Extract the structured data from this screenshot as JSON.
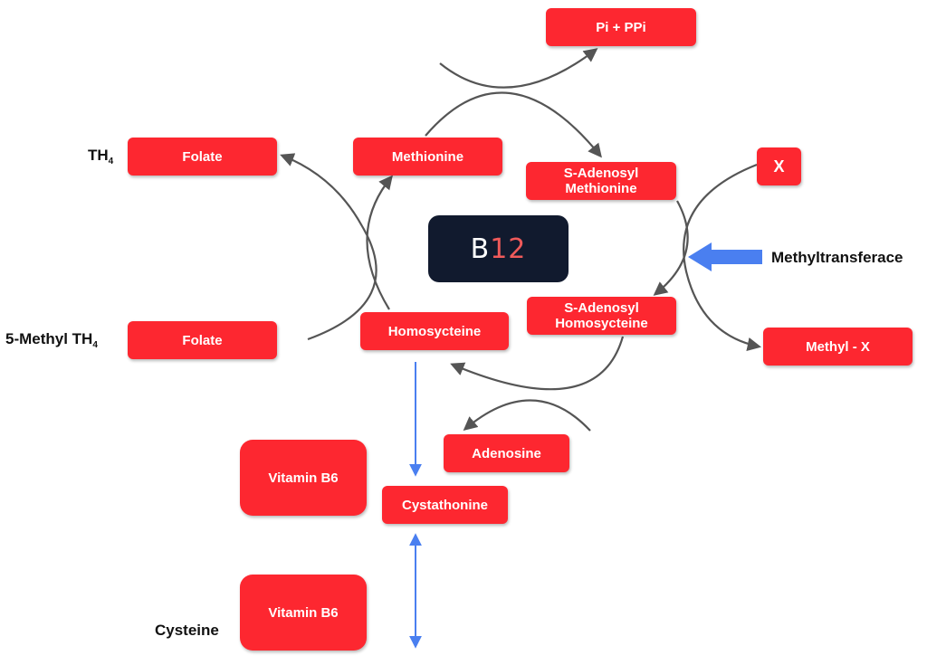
{
  "center": {
    "prefix": "B",
    "number": "12"
  },
  "boxes": {
    "pi_ppi": "Pi + PPi",
    "methionine": "Methionine",
    "s_adenosyl_methionine": "S-Adenosyl\nMethionine",
    "x": "X",
    "folate_top": "Folate",
    "folate_bottom": "Folate",
    "homocysteine": "Homosycteine",
    "s_adenosyl_homocysteine": "S-Adenosyl\nHomosycteine",
    "methyl_x": "Methyl - X",
    "adenosine": "Adenosine",
    "vitamin_b6_top": "Vitamin B6",
    "cystathonine": "Cystathonine",
    "vitamin_b6_bottom": "Vitamin B6"
  },
  "labels": {
    "th4_base": "TH",
    "th4_sub": "4",
    "methyl_th4_base": "5-Methyl TH",
    "methyl_th4_sub": "4",
    "methyltransferace": "Methyltransferace",
    "cysteine": "Cysteine"
  },
  "colors": {
    "box_fill": "#fd2730",
    "box_text": "#ffffff",
    "center_fill": "#111a2e",
    "center_number": "#f05a5a",
    "cycle_arrow": "#555555",
    "blue_arrow": "#4a7ff0"
  }
}
